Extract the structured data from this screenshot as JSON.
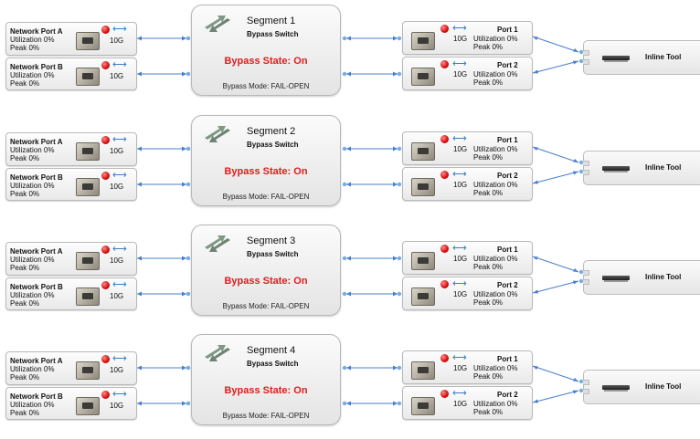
{
  "colors": {
    "accent": "#4a7ecb",
    "bypass_state": "#e21b1b",
    "link_dot": "#72aee6"
  },
  "segments": [
    {
      "title": "Segment 1",
      "subtitle": "Bypass Switch",
      "state": "Bypass State: On",
      "mode": "Bypass Mode: FAIL-OPEN",
      "network_ports": [
        {
          "name": "Network Port A",
          "utilization": "Utilization 0%",
          "peak": "Peak 0%",
          "speed": "10G"
        },
        {
          "name": "Network Port B",
          "utilization": "Utilization 0%",
          "peak": "Peak 0%",
          "speed": "10G"
        }
      ],
      "tool_ports": [
        {
          "name": "Port 1",
          "utilization": "Utilization 0%",
          "peak": "Peak 0%",
          "speed": "10G"
        },
        {
          "name": "Port 2",
          "utilization": "Utilization 0%",
          "peak": "Peak 0%",
          "speed": "10G"
        }
      ],
      "inline_tool": "Inline Tool"
    },
    {
      "title": "Segment 2",
      "subtitle": "Bypass Switch",
      "state": "Bypass State: On",
      "mode": "Bypass Mode: FAIL-OPEN",
      "network_ports": [
        {
          "name": "Network Port A",
          "utilization": "Utilization 0%",
          "peak": "Peak 0%",
          "speed": "10G"
        },
        {
          "name": "Network Port B",
          "utilization": "Utilization 0%",
          "peak": "Peak 0%",
          "speed": "10G"
        }
      ],
      "tool_ports": [
        {
          "name": "Port 1",
          "utilization": "Utilization 0%",
          "peak": "Peak 0%",
          "speed": "10G"
        },
        {
          "name": "Port 2",
          "utilization": "Utilization 0%",
          "peak": "Peak 0%",
          "speed": "10G"
        }
      ],
      "inline_tool": "Inline Tool"
    },
    {
      "title": "Segment 3",
      "subtitle": "Bypass Switch",
      "state": "Bypass State: On",
      "mode": "Bypass Mode: FAIL-OPEN",
      "network_ports": [
        {
          "name": "Network Port A",
          "utilization": "Utilization 0%",
          "peak": "Peak 0%",
          "speed": "10G"
        },
        {
          "name": "Network Port B",
          "utilization": "Utilization 0%",
          "peak": "Peak 0%",
          "speed": "10G"
        }
      ],
      "tool_ports": [
        {
          "name": "Port 1",
          "utilization": "Utilization 0%",
          "peak": "Peak 0%",
          "speed": "10G"
        },
        {
          "name": "Port 2",
          "utilization": "Utilization 0%",
          "peak": "Peak 0%",
          "speed": "10G"
        }
      ],
      "inline_tool": "Inline Tool"
    },
    {
      "title": "Segment 4",
      "subtitle": "Bypass Switch",
      "state": "Bypass State: On",
      "mode": "Bypass Mode: FAIL-OPEN",
      "network_ports": [
        {
          "name": "Network Port A",
          "utilization": "Utilization 0%",
          "peak": "Peak 0%",
          "speed": "10G"
        },
        {
          "name": "Network Port B",
          "utilization": "Utilization 0%",
          "peak": "Peak 0%",
          "speed": "10G"
        }
      ],
      "tool_ports": [
        {
          "name": "Port 1",
          "utilization": "Utilization 0%",
          "peak": "Peak 0%",
          "speed": "10G"
        },
        {
          "name": "Port 2",
          "utilization": "Utilization 0%",
          "peak": "Peak 0%",
          "speed": "10G"
        }
      ],
      "inline_tool": "Inline Tool"
    }
  ]
}
